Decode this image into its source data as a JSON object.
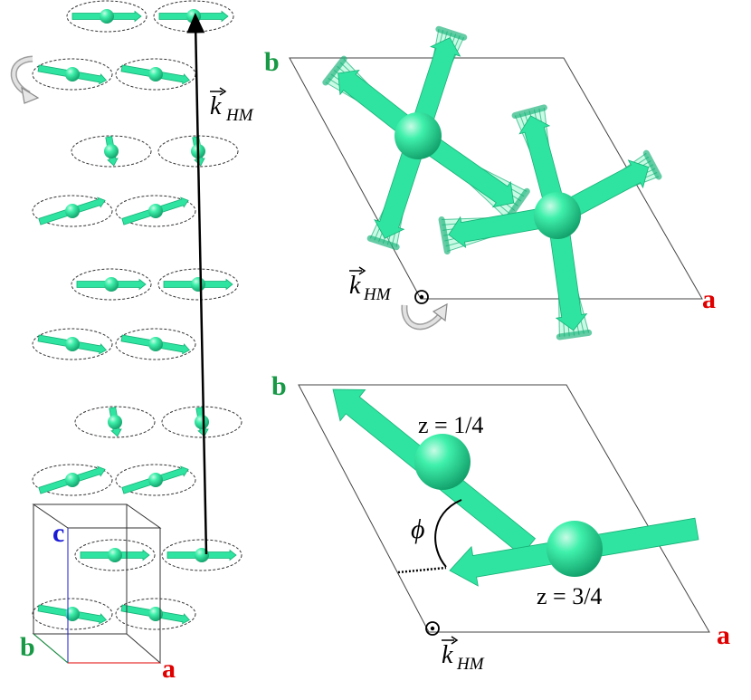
{
  "colors": {
    "spin": "#2fe3a0",
    "spin_dark": "#15b277",
    "spin_light": "#9cf5d0",
    "axis_a": "#e00000",
    "axis_b": "#179945",
    "axis_c": "#1a1ad6",
    "line": "#000000",
    "rotate_arrow": "#bdbdbd"
  },
  "left_panel": {
    "axis_a": "a",
    "axis_b": "b",
    "axis_c": "c",
    "k_vector": {
      "base": "k",
      "sub": "HM"
    }
  },
  "top_right_panel": {
    "axis_a": "a",
    "axis_b": "b",
    "k_vector": {
      "base": "k",
      "sub": "HM"
    }
  },
  "bottom_right_panel": {
    "axis_a": "a",
    "axis_b": "b",
    "angle_symbol": "ϕ",
    "z_upper": "z = 1/4",
    "z_lower": "z = 3/4",
    "k_vector": {
      "base": "k",
      "sub": "HM"
    }
  },
  "icons": [
    "rotation-arrow-icon",
    "out-of-plane-vector-icon",
    "vector-arrow-icon"
  ]
}
